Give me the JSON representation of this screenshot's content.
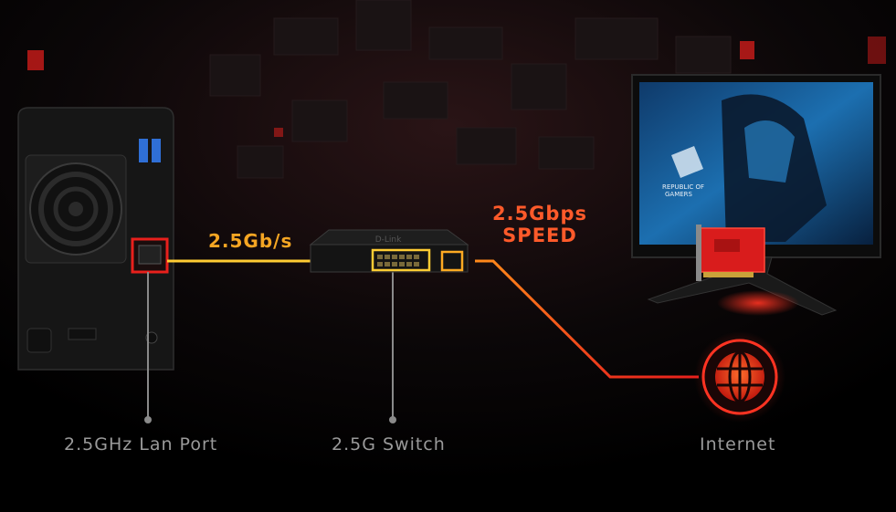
{
  "labels": {
    "nas_speed": "2.5Gb/s",
    "pc_speed_line1": "2.5Gbps",
    "pc_speed_line2": "SPEED",
    "lan_port": "2.5GHz Lan Port",
    "switch": "2.5G Switch",
    "internet": "Internet"
  },
  "devices": {
    "switch_brand": "D-Link",
    "monitor_brand_line1": "REPUBLIC OF",
    "monitor_brand_line2": "GAMERS"
  },
  "colors": {
    "background": "#000000",
    "accent_orange": "#f5a623",
    "accent_red": "#e8201c",
    "label_gray": "#9a9a9a"
  }
}
